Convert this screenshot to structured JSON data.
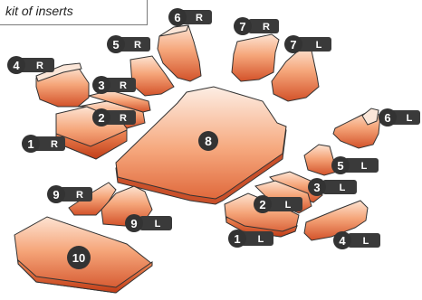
{
  "title": "kit of inserts",
  "colors": {
    "insert_light": "#fbd7c0",
    "insert_mid": "#f39a6c",
    "insert_dark": "#c8431c",
    "outline": "#333333",
    "label_bg": "#3a3a3a",
    "label_text": "#ffffff"
  },
  "labels": {
    "r1": {
      "num": "1",
      "side": "R"
    },
    "r2": {
      "num": "2",
      "side": "R"
    },
    "r3": {
      "num": "3",
      "side": "R"
    },
    "r4": {
      "num": "4",
      "side": "R"
    },
    "r5": {
      "num": "5",
      "side": "R"
    },
    "r6": {
      "num": "6",
      "side": "R"
    },
    "r7": {
      "num": "7",
      "side": "R"
    },
    "l7": {
      "num": "7",
      "side": "L"
    },
    "l6": {
      "num": "6",
      "side": "L"
    },
    "l5": {
      "num": "5",
      "side": "L"
    },
    "l3": {
      "num": "3",
      "side": "L"
    },
    "l2": {
      "num": "2",
      "side": "L"
    },
    "l1": {
      "num": "1",
      "side": "L"
    },
    "l4": {
      "num": "4",
      "side": "L"
    },
    "r9": {
      "num": "9",
      "side": "R"
    },
    "l9": {
      "num": "9",
      "side": "L"
    },
    "n8": {
      "num": "8"
    },
    "n10": {
      "num": "10"
    }
  }
}
